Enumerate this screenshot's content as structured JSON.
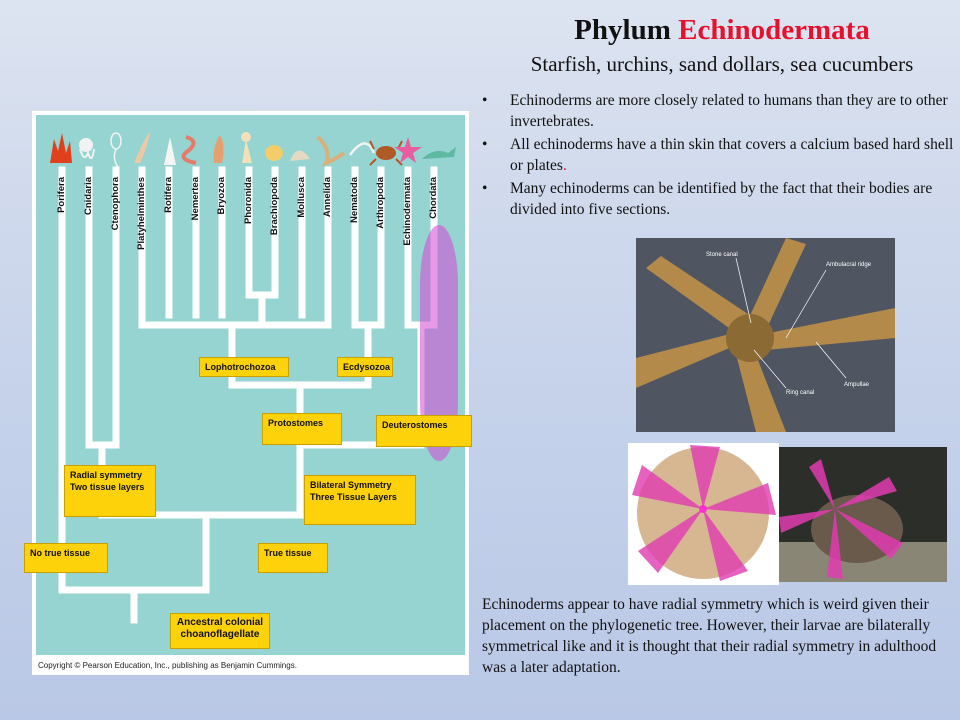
{
  "slide": {
    "title_prefix": "Phylum ",
    "title_accent": "Echinodermata",
    "subtitle": "Starfish, urchins, sand dollars, sea cucumbers",
    "bullets": [
      "Echinoderms are more closely related to humans than they are to other invertebrates.",
      "All echinoderms have a thin skin that covers a calcium based hard shell or plates",
      "Many echinoderms can be identified by the fact that their bodies are divided into five sections."
    ],
    "bullet2_dot": ".",
    "bottom_text": "Echinoderms appear to have radial symmetry which is weird given their placement on the phylogenetic tree. However, their larvae are bilaterally symmetrical like and it is thought that their radial symmetry in adulthood was a later adaptation."
  },
  "tree": {
    "phyla": [
      "Porifera",
      "Cnidaria",
      "Ctenophora",
      "Platyhelminthes",
      "Rotifera",
      "Nemertea",
      "Bryozoa",
      "Phoronida",
      "Brachiopoda",
      "Mollusca",
      "Annelida",
      "Nematoda",
      "Arthropoda",
      "Echinodermata",
      "Chordata"
    ],
    "highlighted_phylum": "Echinodermata",
    "boxes": {
      "lophotrochozoa": "Lophotrochozoa",
      "ecdysozoa": "Ecdysozoa",
      "protostomes": "Protostomes",
      "deuterostomes": "Deuterostomes",
      "radial_line1": "Radial symmetry",
      "radial_line2": "Two tissue layers",
      "bilateral_line1": "Bilateral Symmetry",
      "bilateral_line2": "Three Tissue Layers",
      "no_true_tissue": "No true tissue",
      "true_tissue": "True tissue",
      "ancestral_line1": "Ancestral colonial",
      "ancestral_line2": "choanoflagellate"
    },
    "copyright": "Copyright © Pearson Education, Inc., publishing as Benjamin Cummings."
  },
  "starfish_photo": {
    "labels": [
      "Stone canal",
      "Ambulacral ridge",
      "Ring canal",
      "Ampullae"
    ]
  },
  "colors": {
    "accent": "#e8112d",
    "tree_bg": "#95d4d0",
    "box_yellow": "#fdd20a",
    "highlight": "#d646d6"
  }
}
